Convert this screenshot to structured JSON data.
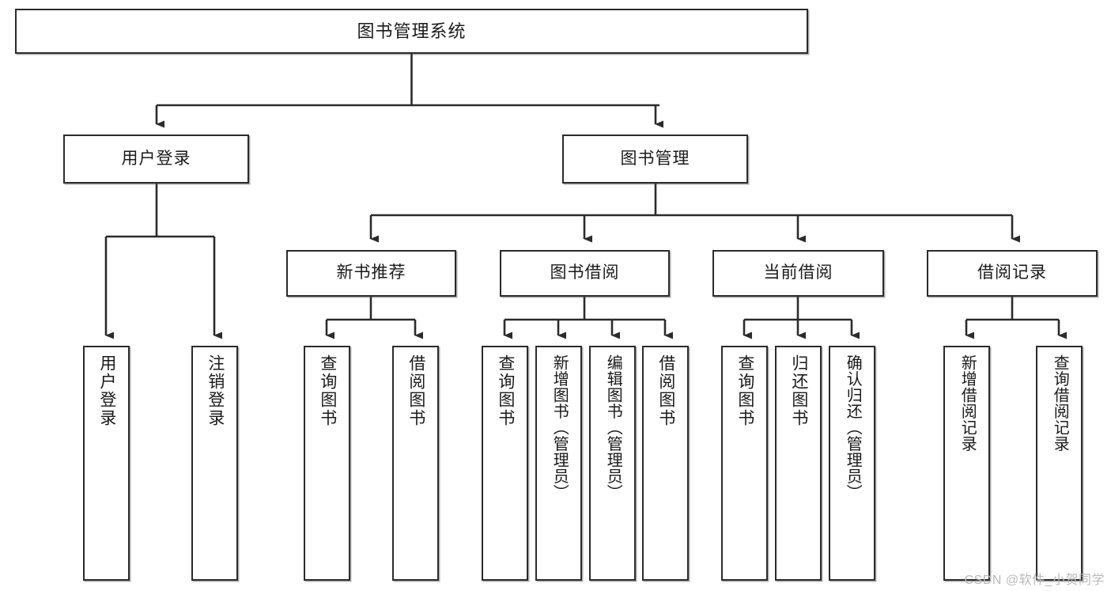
{
  "diagram": {
    "title": "图书管理系统",
    "type": "tree",
    "watermark": "CSDN @软件_小贺同学",
    "colors": {
      "box_border": "#2b2b2b",
      "box_fill": "#ffffff",
      "connector": "#2b2b2b",
      "text": "#1a1a1a",
      "watermark": "#b9b9b9",
      "background": "#ffffff"
    },
    "nodes": {
      "root": {
        "label": "图书管理系统"
      },
      "level2": [
        {
          "id": "user-login",
          "label": "用户登录"
        },
        {
          "id": "book-manage",
          "label": "图书管理"
        }
      ],
      "level3": [
        {
          "id": "new-book-recommend",
          "label": "新书推荐"
        },
        {
          "id": "book-borrow",
          "label": "图书借阅"
        },
        {
          "id": "current-borrow",
          "label": "当前借阅"
        },
        {
          "id": "borrow-record",
          "label": "借阅记录"
        }
      ],
      "leaves": {
        "user-login": [
          {
            "id": "leaf-user-login",
            "label": "用户登录"
          },
          {
            "id": "leaf-logout-login",
            "label": "注销登录"
          }
        ],
        "new-book-recommend": [
          {
            "id": "leaf-query-book-1",
            "label": "查询图书"
          },
          {
            "id": "leaf-borrow-book-1",
            "label": "借阅图书"
          }
        ],
        "book-borrow": [
          {
            "id": "leaf-query-book-2",
            "label": "查询图书"
          },
          {
            "id": "leaf-add-book",
            "label": "新增图书（管理员）"
          },
          {
            "id": "leaf-edit-book",
            "label": "编辑图书（管理员）"
          },
          {
            "id": "leaf-borrow-book-2",
            "label": "借阅图书"
          }
        ],
        "current-borrow": [
          {
            "id": "leaf-query-book-3",
            "label": "查询图书"
          },
          {
            "id": "leaf-return-book",
            "label": "归还图书"
          },
          {
            "id": "leaf-confirm-return",
            "label": "确认归还（管理员）"
          }
        ],
        "borrow-record": [
          {
            "id": "leaf-add-record",
            "label": "新增借阅记录"
          },
          {
            "id": "leaf-query-record",
            "label": "查询借阅记录"
          }
        ]
      }
    }
  }
}
